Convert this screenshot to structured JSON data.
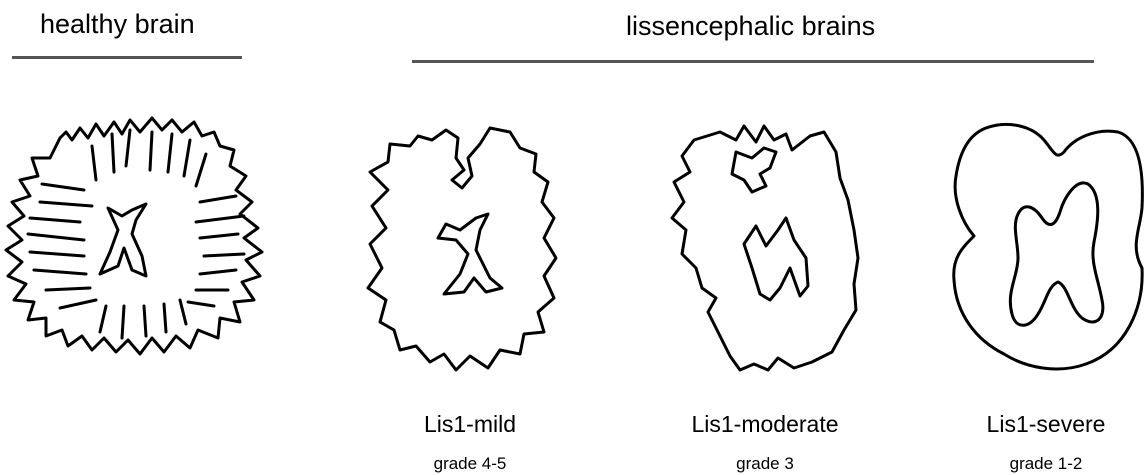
{
  "header_healthy": "healthy brain",
  "header_lissencephalic": "lissencephalic brains",
  "brains": [
    {
      "name": "Lis1-mild",
      "grade": "grade 4-5"
    },
    {
      "name": "Lis1-moderate",
      "grade": "grade 3"
    },
    {
      "name": "Lis1-severe",
      "grade": "grade 1-2"
    }
  ],
  "colors": {
    "rule": "#555555",
    "outline": "#000000",
    "background": "#ffffff"
  }
}
